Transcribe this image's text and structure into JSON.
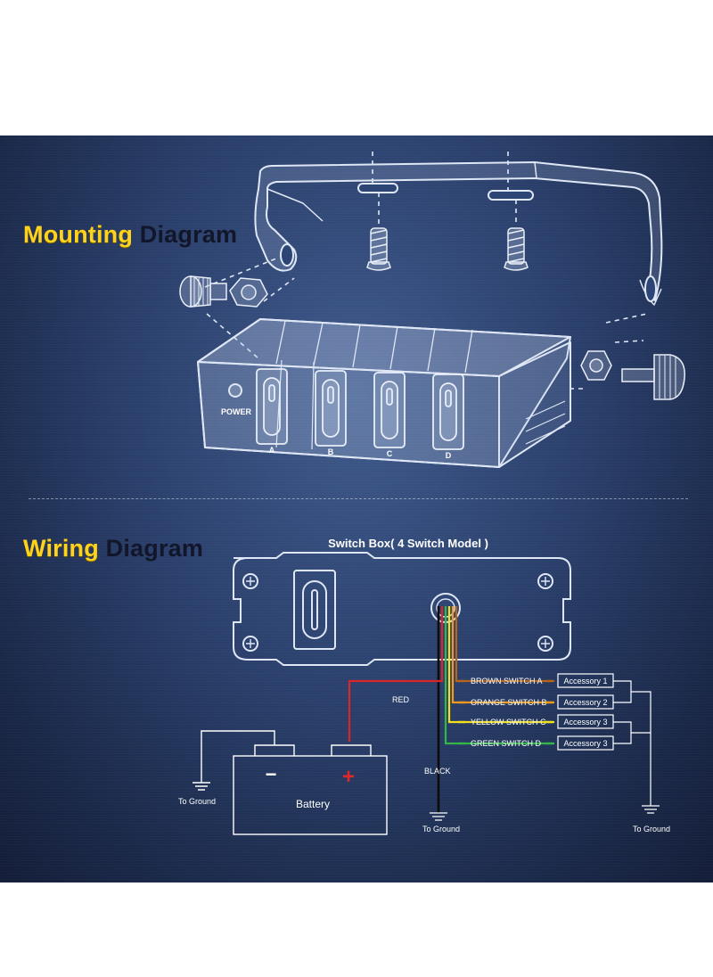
{
  "mounting": {
    "title_part1": "Mounting",
    "title_part2": "Diagram"
  },
  "wiring": {
    "title_part1": "Wiring",
    "title_part2": "Diagram"
  },
  "switchbox": {
    "power_label": "POWER",
    "switch_letters": [
      "A",
      "B",
      "C",
      "D"
    ],
    "box_title": "Switch Box( 4 Switch Model )"
  },
  "wires": {
    "red": "RED",
    "black": "BLACK",
    "brown": "BROWN SWITCH A",
    "orange": "ORANGE SWITCH B",
    "yellow": "YELLOW SWITCH C",
    "green": "GREEN SWITCH D"
  },
  "accessories": [
    "Accessory 1",
    "Accessory 2",
    "Accessory 3",
    "Accessory 3"
  ],
  "battery": {
    "label": "Battery",
    "minus": "−",
    "plus": "+"
  },
  "ground_labels": [
    "To Ground",
    "To Ground",
    "To Ground"
  ],
  "colors": {
    "heading_yellow": "#ffd21c",
    "heading_dark": "#12162a",
    "red_wire": "#d8262b",
    "brown_wire": "#b5651d",
    "orange_wire": "#f39a1e",
    "yellow_wire": "#f2e01e",
    "green_wire": "#35b54a"
  }
}
